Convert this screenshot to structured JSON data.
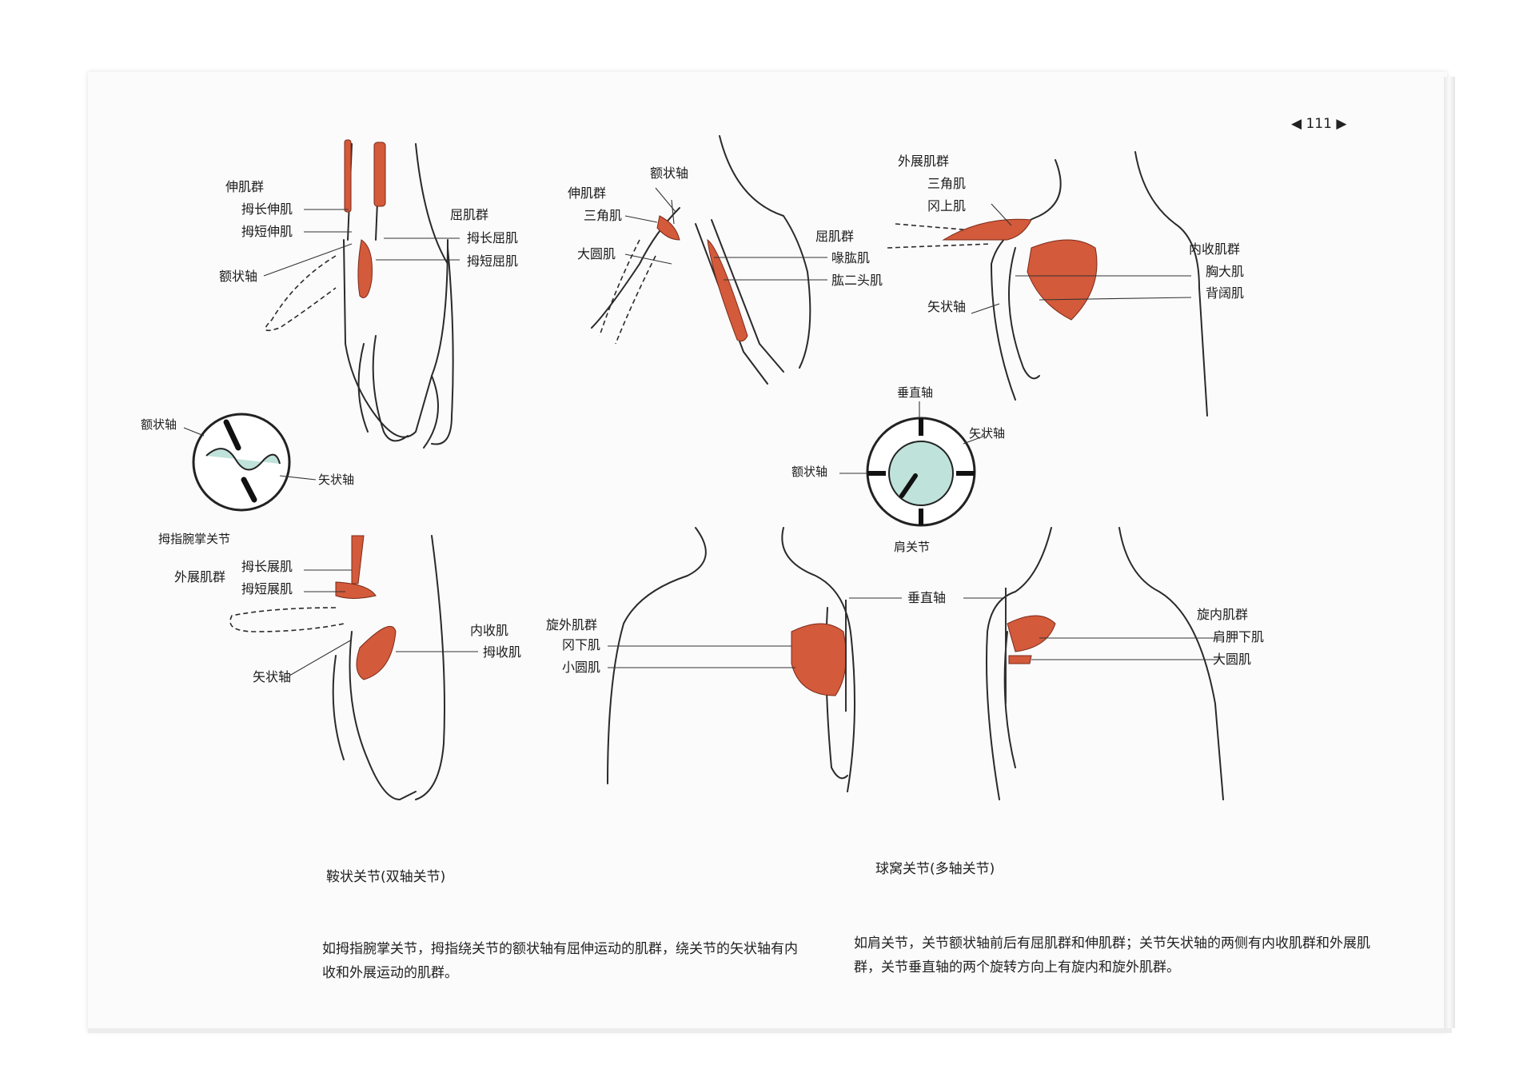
{
  "page_number": "111",
  "page_prev_icon": "triangle-left-icon",
  "page_next_icon": "triangle-right-icon",
  "colors": {
    "muscle": "#d35a3a",
    "capsule": "#bfe3da"
  },
  "thumb_top": {
    "extensor_group": "伸肌群",
    "ext_long": "拇长伸肌",
    "ext_short": "拇短伸肌",
    "flexor_group": "屈肌群",
    "flex_long": "拇长屈肌",
    "flex_short": "拇短屈肌",
    "frontal_axis": "额状轴"
  },
  "thumb_joint": {
    "frontal_axis": "额状轴",
    "sagittal_axis": "矢状轴",
    "name": "拇指腕掌关节"
  },
  "thumb_bottom": {
    "abductor_group": "外展肌群",
    "abd_long": "拇长展肌",
    "abd_short": "拇短展肌",
    "adductor": "内收肌",
    "add_pollicis": "拇收肌",
    "sagittal_axis": "矢状轴"
  },
  "shoulder_top_mid": {
    "frontal_axis": "额状轴",
    "extensor_group": "伸肌群",
    "deltoid": "三角肌",
    "teres_major": "大圆肌",
    "flexor_group": "屈肌群",
    "coracobrachialis": "喙肱肌",
    "biceps": "肱二头肌"
  },
  "shoulder_top_right": {
    "abductor_group": "外展肌群",
    "deltoid": "三角肌",
    "supraspinatus": "冈上肌",
    "adductor_group": "内收肌群",
    "pectoralis": "胸大肌",
    "latissimus": "背阔肌",
    "sagittal_axis": "矢状轴"
  },
  "shoulder_joint": {
    "vertical_axis": "垂直轴",
    "sagittal_axis": "矢状轴",
    "frontal_axis": "额状轴",
    "name": "肩关节"
  },
  "shoulder_bottom": {
    "lateral_rot_group": "旋外肌群",
    "infraspinatus": "冈下肌",
    "teres_minor": "小圆肌",
    "vertical_axis": "垂直轴",
    "medial_rot_group": "旋内肌群",
    "subscapularis": "肩胛下肌",
    "teres_major": "大圆肌"
  },
  "captions": {
    "saddle": "鞍状关节(双轴关节)",
    "ball": "球窝关节(多轴关节)"
  },
  "paragraphs": {
    "left": "如拇指腕掌关节，拇指绕关节的额状轴有屈伸运动的肌群，绕关节的矢状轴有内收和外展运动的肌群。",
    "right": "如肩关节，关节额状轴前后有屈肌群和伸肌群；关节矢状轴的两侧有内收肌群和外展肌群，关节垂直轴的两个旋转方向上有旋内和旋外肌群。"
  }
}
